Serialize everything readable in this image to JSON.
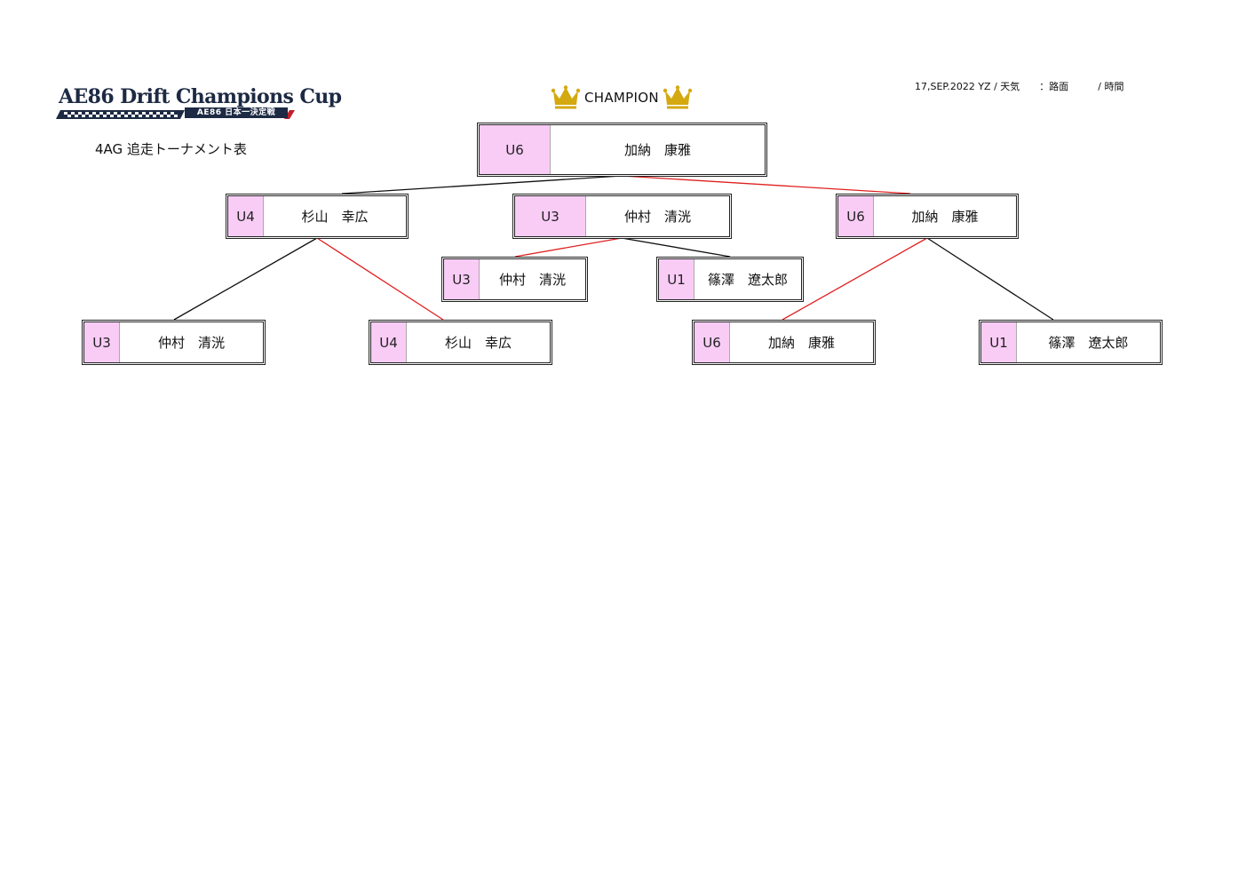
{
  "header": {
    "logo_text": "AE86 Drift Champions Cup",
    "logo_sub": "AE86 日本一決定戦",
    "subtitle": "4AG 追走トーナメント表",
    "meta": "17,SEP.2022 YZ / 天気　　：路面　　　/ 時間",
    "champion_label": "CHAMPION"
  },
  "bracket": {
    "champion": {
      "unit": "U6",
      "name": "加納　康雅"
    },
    "final_left": {
      "unit": "U4",
      "name": "杉山　幸広"
    },
    "third_place_winner": {
      "unit": "U3",
      "name": "仲村　清洸"
    },
    "final_right": {
      "unit": "U6",
      "name": "加納　康雅"
    },
    "third_place_a": {
      "unit": "U3",
      "name": "仲村　清洸"
    },
    "third_place_b": {
      "unit": "U1",
      "name": "篠澤　遼太郎"
    },
    "semi_1": {
      "unit": "U3",
      "name": "仲村　清洸"
    },
    "semi_2": {
      "unit": "U4",
      "name": "杉山　幸広"
    },
    "semi_3": {
      "unit": "U6",
      "name": "加納　康雅"
    },
    "semi_4": {
      "unit": "U1",
      "name": "篠澤　遼太郎"
    }
  },
  "colors": {
    "unit_bg": "#f9ccf6",
    "winner_line": "#e02020",
    "loser_line": "#111111",
    "crown": "#d4a90f",
    "logo_navy": "#1d2a44"
  }
}
